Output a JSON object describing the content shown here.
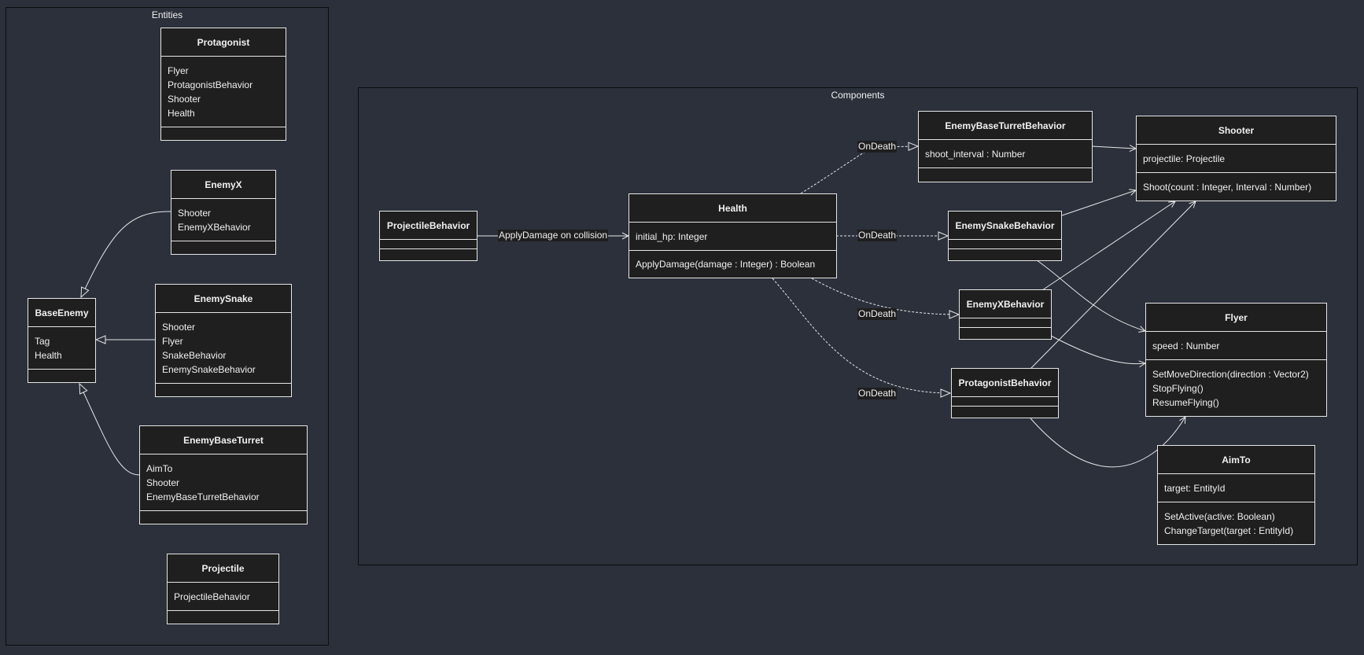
{
  "groups": {
    "entities": {
      "title": "Entities"
    },
    "components": {
      "title": "Components"
    }
  },
  "classes": {
    "protagonist": {
      "name": "Protagonist",
      "members": [
        "Flyer",
        "ProtagonistBehavior",
        "Shooter",
        "Health"
      ]
    },
    "enemyx": {
      "name": "EnemyX",
      "members": [
        "Shooter",
        "EnemyXBehavior"
      ]
    },
    "baseenemy": {
      "name": "BaseEnemy",
      "members": [
        "Tag",
        "Health"
      ]
    },
    "enemysnake": {
      "name": "EnemySnake",
      "members": [
        "Shooter",
        "Flyer",
        "SnakeBehavior",
        "EnemySnakeBehavior"
      ]
    },
    "enemybaseturret": {
      "name": "EnemyBaseTurret",
      "members": [
        "AimTo",
        "Shooter",
        "EnemyBaseTurretBehavior"
      ]
    },
    "projectile": {
      "name": "Projectile",
      "members": [
        "ProjectileBehavior"
      ]
    },
    "projectilebehavior": {
      "name": "ProjectileBehavior"
    },
    "health": {
      "name": "Health",
      "attributes": [
        "initial_hp: Integer"
      ],
      "methods": [
        "ApplyDamage(damage : Integer) : Boolean"
      ]
    },
    "enemybaseturretbehavior": {
      "name": "EnemyBaseTurretBehavior",
      "attributes": [
        "shoot_interval : Number"
      ]
    },
    "enemysnakebehavior": {
      "name": "EnemySnakeBehavior"
    },
    "enemyxbehavior": {
      "name": "EnemyXBehavior"
    },
    "protagonistbehavior": {
      "name": "ProtagonistBehavior"
    },
    "shooter": {
      "name": "Shooter",
      "attributes": [
        "projectile: Projectile"
      ],
      "methods": [
        "Shoot(count : Integer, Interval : Number)"
      ]
    },
    "flyer": {
      "name": "Flyer",
      "attributes": [
        "speed : Number"
      ],
      "methods": [
        "SetMoveDirection(direction : Vector2)",
        "StopFlying()",
        "ResumeFlying()"
      ]
    },
    "aimto": {
      "name": "AimTo",
      "attributes": [
        "target: EntityId"
      ],
      "methods": [
        "SetActive(active: Boolean)",
        "ChangeTarget(target : EntityId)"
      ]
    }
  },
  "edge_labels": {
    "apply_damage": "ApplyDamage on collision",
    "ondeath_turret": "OnDeath",
    "ondeath_snake": "OnDeath",
    "ondeath_x": "OnDeath",
    "ondeath_protagonist": "OnDeath"
  },
  "colors": {
    "background": "#2b303b",
    "node_fill": "#1e1f1e",
    "stroke": "#e6e6e6",
    "text": "#f0f0f0"
  }
}
